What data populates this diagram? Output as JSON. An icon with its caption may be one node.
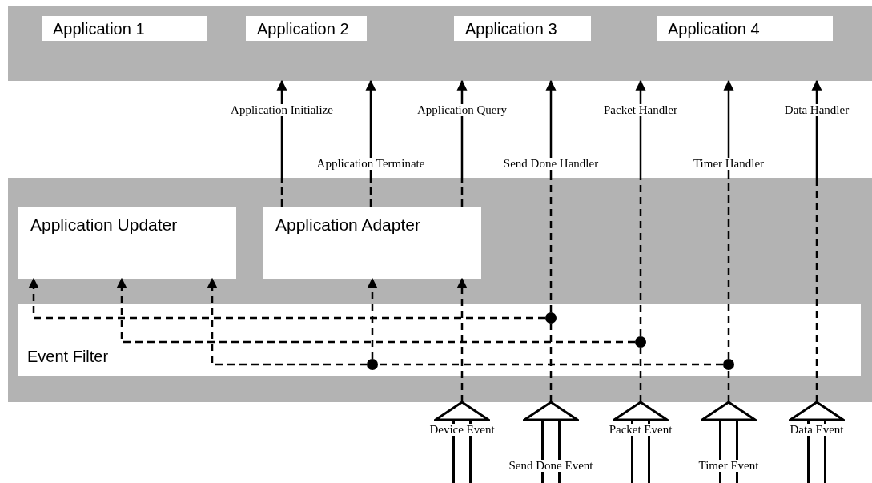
{
  "diagram": {
    "nodes": [
      {
        "text": [],
        "shape": "box"
      },
      {
        "text": [
          "Application 1"
        ],
        "in": 0
      },
      {
        "text": [
          "Application 2"
        ],
        "in": 0
      },
      {
        "text": [
          "Application 3"
        ],
        "in": 0
      },
      {
        "text": [
          "Application 4"
        ],
        "in": 0
      },
      {
        "text": [],
        "shape": "box"
      },
      {
        "text": [
          "Application Updater"
        ],
        "in": 5
      },
      {
        "text": [
          "Application Adapter"
        ],
        "in": 5
      },
      {
        "text": [
          "Event Filter"
        ],
        "in": 5
      },
      {
        "text": [],
        "shape": "circle",
        "in": 8
      },
      {
        "text": [],
        "shape": "circle",
        "in": 8
      },
      {
        "text": [],
        "shape": "circle",
        "in": 8
      },
      {
        "text": [],
        "shape": "circle",
        "in": 8
      }
    ],
    "edges": [
      {
        "from": null,
        "to": 5,
        "arrow": "to",
        "label": "Device Event",
        "style": "thick"
      },
      {
        "from": 5,
        "to": 7,
        "arrow": "to",
        "style": "dashed"
      },
      {
        "from": null,
        "to": 5,
        "arrow": "to",
        "label": "Send Done Event",
        "style": "thick"
      },
      {
        "from": 5,
        "to": 9,
        "arrow": "none",
        "style": "dashed"
      },
      {
        "from": 9,
        "to": 0,
        "arrow": "to",
        "label": "Send Done Handler",
        "style": "dashed"
      },
      {
        "from": null,
        "to": 5,
        "arrow": "to",
        "label": "Packet Event",
        "style": "thick"
      },
      {
        "from": 5,
        "to": 10,
        "arrow": "none",
        "style": "dashed"
      },
      {
        "from": 10,
        "to": 0,
        "arrow": "to",
        "label": "Packet Handler",
        "style": "dashed"
      },
      {
        "from": null,
        "to": 5,
        "arrow": "to",
        "label": "Timer Event",
        "style": "thick"
      },
      {
        "from": 5,
        "to": 12,
        "arrow": "none",
        "style": "dashed"
      },
      {
        "from": 12,
        "to": 0,
        "arrow": "to",
        "label": "Timer Handler",
        "style": "dashed"
      },
      {
        "from": null,
        "to": 5,
        "arrow": "to",
        "label": "Data Event",
        "style": "thick"
      },
      {
        "from": 5,
        "to": 0,
        "arrow": "to",
        "label": "Data Handler",
        "style": "dashed"
      },
      {
        "from": 7,
        "to": 0,
        "arrow": "to",
        "label": "Application Initialize",
        "style": "dashed"
      },
      {
        "from": 7,
        "to": 0,
        "arrow": "to",
        "label": "Application Terminate",
        "style": "dashed"
      },
      {
        "from": 7,
        "to": 0,
        "arrow": "to",
        "label": "Application Query",
        "style": "dashed"
      },
      {
        "from": 9,
        "to": 6,
        "arrow": "to",
        "style": "dashed"
      },
      {
        "from": 10,
        "to": 6,
        "arrow": "to",
        "style": "dashed"
      },
      {
        "from": 12,
        "to": 11,
        "arrow": "none",
        "style": "dashed"
      },
      {
        "from": 11,
        "to": 6,
        "arrow": "to",
        "style": "dashed"
      },
      {
        "from": 11,
        "to": 7,
        "arrow": "to",
        "style": "dashed"
      }
    ]
  }
}
